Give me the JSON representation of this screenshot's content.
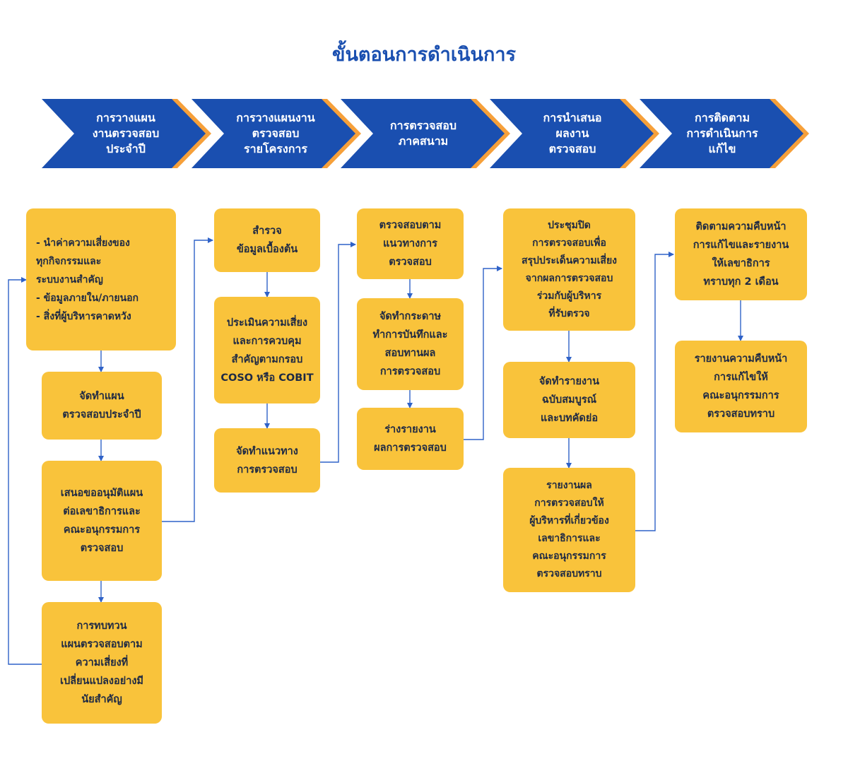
{
  "title": "ขั้นตอนการดำเนินการ",
  "colors": {
    "chevron_fill": "#1a4fb0",
    "chevron_edge": "#f6a03a",
    "box_fill": "#f9c33b",
    "connector": "#2f62c8",
    "title": "#1a4fb0"
  },
  "stages": [
    {
      "label": "การวางแผน\nงานตรวจสอบ\nประจำปี"
    },
    {
      "label": "การวางแผนงาน\nตรวจสอบ\nรายโครงการ"
    },
    {
      "label": "การตรวจสอบ\nภาคสนาม"
    },
    {
      "label": "การนำเสนอ\nผลงาน\nตรวจสอบ"
    },
    {
      "label": "การติดตาม\nการดำเนินการ\nแก้ไข"
    }
  ],
  "columns": [
    {
      "steps": [
        "- นำค่าความเสี่ยงของ\n  ทุกกิจกรรมและ\n  ระบบงานสำคัญ\n- ข้อมูลภายใน/ภายนอก\n- สิ่งที่ผู้บริหารคาดหวัง",
        "จัดทำแผน\nตรวจสอบประจำปี",
        "เสนอขออนุมัติแผน\nต่อเลขาธิการและ\nคณะอนุกรรมการ\nตรวจสอบ",
        "การทบทวน\nแผนตรวจสอบตาม\nความเสี่ยงที่\nเปลี่ยนแปลงอย่างมี\nนัยสำคัญ"
      ]
    },
    {
      "steps": [
        "สำรวจ\nข้อมูลเบื้องต้น",
        "ประเมินความเสี่ยง\nและการควบคุม\nสำคัญตามกรอบ\nCOSO หรือ COBIT",
        "จัดทำแนวทาง\nการตรวจสอบ"
      ]
    },
    {
      "steps": [
        "ตรวจสอบตาม\nแนวทางการ\nตรวจสอบ",
        "จัดทำกระดาษ\nทำการบันทึกและ\nสอบทานผล\nการตรวจสอบ",
        "ร่างรายงาน\nผลการตรวจสอบ"
      ]
    },
    {
      "steps": [
        "ประชุมปิด\nการตรวจสอบเพื่อ\nสรุปประเด็นความเสี่ยง\nจากผลการตรวจสอบ\nร่วมกับผู้บริหาร\nที่รับตรวจ",
        "จัดทำรายงาน\nฉบับสมบูรณ์\nและบทคัดย่อ",
        "รายงานผล\nการตรวจสอบให้\nผู้บริหารที่เกี่ยวข้อง\nเลขาธิการและ\nคณะอนุกรรมการ\nตรวจสอบทราบ"
      ]
    },
    {
      "steps": [
        "ติดตามความคืบหน้า\nการแก้ไขและรายงาน\nให้เลขาธิการ\nทราบทุก 2 เดือน",
        "รายงานความคืบหน้า\nการแก้ไขให้\nคณะอนุกรรมการ\nตรวจสอบทราบ"
      ]
    }
  ]
}
